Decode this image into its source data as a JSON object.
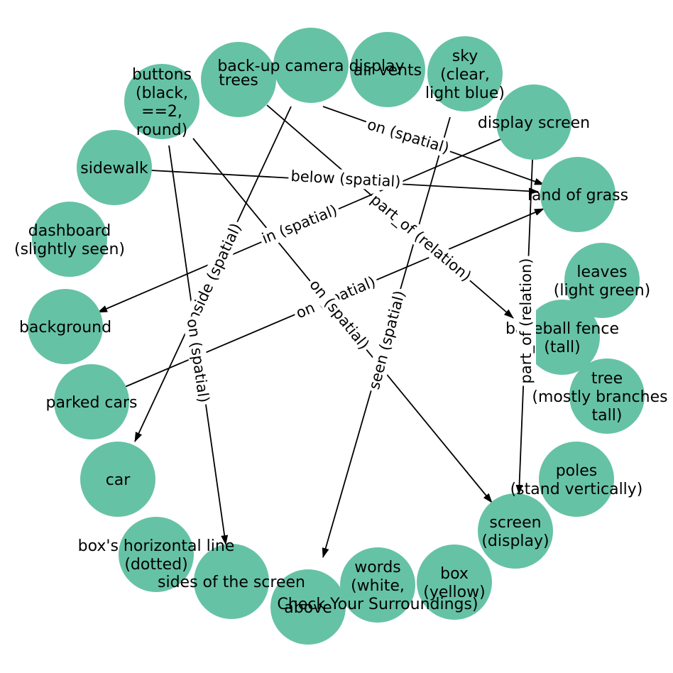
{
  "graph": {
    "node_color": "#66c2a5",
    "edge_color": "#000000",
    "nodes": [
      {
        "id": "backup",
        "label": "back-up camera display"
      },
      {
        "id": "airvents",
        "label": "air vents"
      },
      {
        "id": "sky",
        "label": "sky\n(clear,\nlight blue)"
      },
      {
        "id": "trees",
        "label": "trees"
      },
      {
        "id": "buttons",
        "label": "buttons\n(black,\n==2,\nround)"
      },
      {
        "id": "display",
        "label": "display screen"
      },
      {
        "id": "sidewalk",
        "label": "sidewalk"
      },
      {
        "id": "grass",
        "label": "land of grass"
      },
      {
        "id": "dashboard",
        "label": "dashboard\n(slightly seen)"
      },
      {
        "id": "leaves",
        "label": "leaves\n(light green)"
      },
      {
        "id": "background",
        "label": "background"
      },
      {
        "id": "fence",
        "label": "baseball fence\n(tall)"
      },
      {
        "id": "tree",
        "label": "tree\n(mostly branches v\ntall)"
      },
      {
        "id": "parked",
        "label": "parked cars"
      },
      {
        "id": "car",
        "label": "car"
      },
      {
        "id": "poles",
        "label": "poles\n(stand vertically)"
      },
      {
        "id": "screen",
        "label": "screen\n(display)"
      },
      {
        "id": "boxline",
        "label": "box's horizontal line\n(dotted)"
      },
      {
        "id": "sides",
        "label": "sides of the screen"
      },
      {
        "id": "above",
        "label": "above"
      },
      {
        "id": "words",
        "label": "words\n(white,\nCheck Your Surroundings)"
      },
      {
        "id": "box",
        "label": "box\n(yellow)"
      }
    ],
    "edges": [
      {
        "from": "backup",
        "to": "grass",
        "label": "on (spatial)"
      },
      {
        "from": "sidewalk",
        "to": "grass",
        "label": "below (spatial)"
      },
      {
        "from": "display",
        "to": "background",
        "label": "in (spatial)"
      },
      {
        "from": "trees",
        "to": "fence",
        "label": "part_of (relation)"
      },
      {
        "from": "parked",
        "to": "grass",
        "label": "on (spatial)"
      },
      {
        "from": "buttons",
        "to": "screen",
        "label": "on (spatial)"
      },
      {
        "from": "backup",
        "to": "car",
        "label": "inside (spatial)"
      },
      {
        "from": "buttons",
        "to": "sides",
        "label": "on (spatial)"
      },
      {
        "from": "sky",
        "to": "above",
        "label": "seen (spatial)"
      },
      {
        "from": "display",
        "to": "screen",
        "label": "part_of (relation)"
      }
    ]
  }
}
